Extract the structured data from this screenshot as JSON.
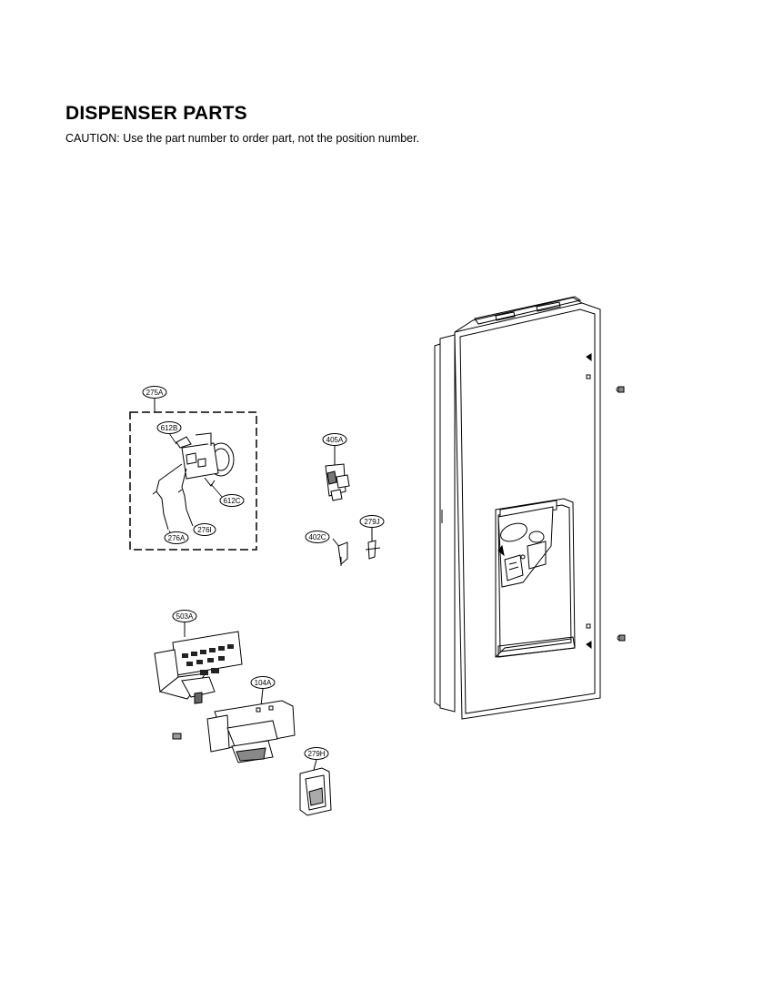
{
  "header": {
    "title": "DISPENSER PARTS",
    "caution": "CAUTION: Use the part number to order part, not the position number."
  },
  "callouts": [
    {
      "id": "275A",
      "label": "275A"
    },
    {
      "id": "612B",
      "label": "612B"
    },
    {
      "id": "612C",
      "label": "612C"
    },
    {
      "id": "276A",
      "label": "276A"
    },
    {
      "id": "276I",
      "label": "276I"
    },
    {
      "id": "405A",
      "label": "405A"
    },
    {
      "id": "402C",
      "label": "402C"
    },
    {
      "id": "279J",
      "label": "279J"
    },
    {
      "id": "503A",
      "label": "503A"
    },
    {
      "id": "104A",
      "label": "104A"
    },
    {
      "id": "279H",
      "label": "279H"
    }
  ]
}
